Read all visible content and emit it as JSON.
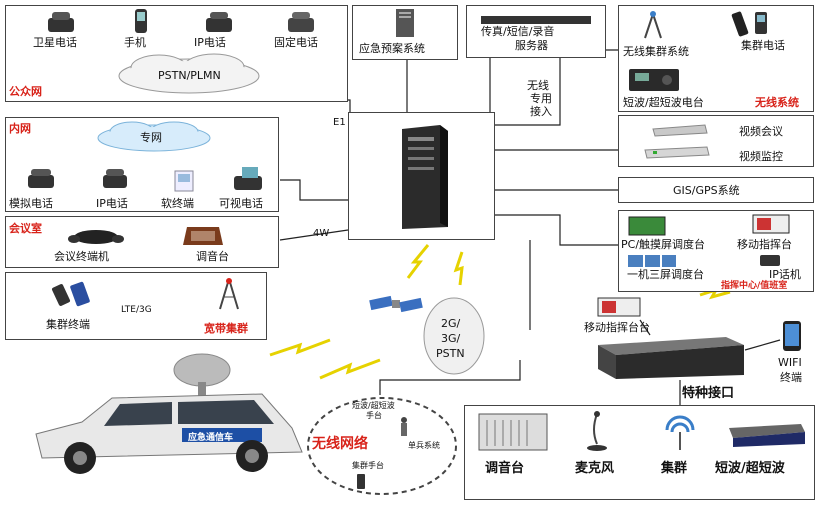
{
  "public_net": {
    "section_label": "公众网",
    "devices": [
      "卫星电话",
      "手机",
      "IP电话",
      "固定电话"
    ],
    "cloud_label": "PSTN/PLMN"
  },
  "intranet": {
    "section_label": "内网",
    "cloud_label": "专网",
    "devices": [
      "模拟电话",
      "IP电话",
      "软终端",
      "可视电话"
    ]
  },
  "meeting_room": {
    "section_label": "会议室",
    "devices": [
      "会议终端机",
      "调音台"
    ]
  },
  "broadband": {
    "terminal_label": "集群终端",
    "link_label": "LTE/3G",
    "tower_label": "宽带集群"
  },
  "top_center": {
    "emergency_plan": "应急预案系统",
    "fax_server_lines": [
      "传真/短信/录音",
      "服务器"
    ]
  },
  "wireless_system": {
    "items": [
      "无线集群系统",
      "集群电话",
      "短波/超短波电台"
    ],
    "section_label": "无线系统"
  },
  "wireless_access": [
    "无线",
    "专用",
    "接入"
  ],
  "video": {
    "items": [
      "视频会议",
      "视频监控"
    ]
  },
  "gis": {
    "label": "GIS/GPS系统"
  },
  "command_center": {
    "items": [
      "PC/触摸屏调度台",
      "移动指挥台",
      "一机三屏调度台",
      "IP话机"
    ],
    "section_label": "指挥中心/值班室"
  },
  "link_labels": {
    "e1": "E1",
    "aw": "4W"
  },
  "cloud_2g": [
    "2G/",
    "3G/",
    "PSTN"
  ],
  "mobile_console": "移动指挥台台",
  "wifi": [
    "WIFI",
    "终端"
  ],
  "special_interface": {
    "title": "特种接口",
    "items": [
      "调音台",
      "麦克风",
      "集群",
      "短波/超短波"
    ]
  },
  "vehicle": {
    "door_label": "应急通信车",
    "ring_label": "无线网络",
    "ring_items": [
      "短波/超短波",
      "手台",
      "单兵系统",
      "集群手台"
    ]
  }
}
